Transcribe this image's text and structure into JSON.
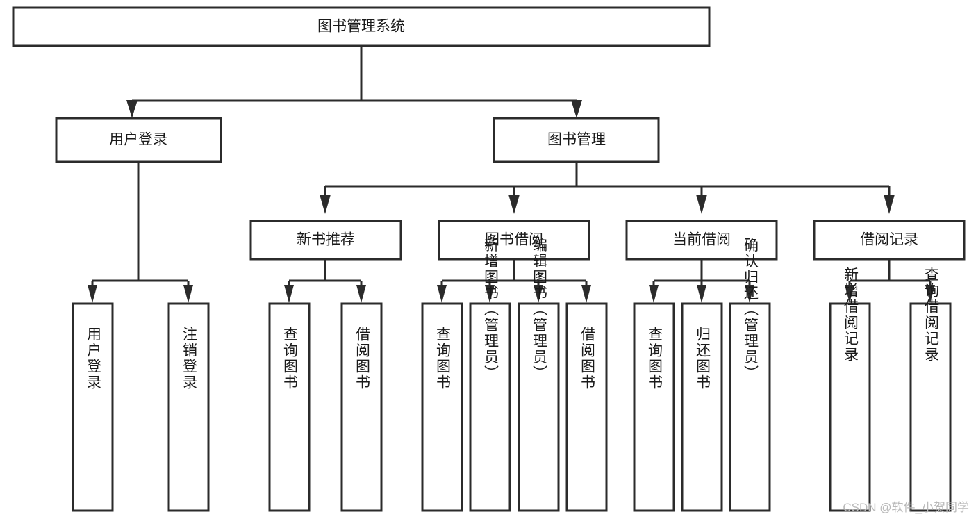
{
  "diagram": {
    "type": "tree",
    "title": "图书管理系统",
    "watermark": "CSDN @软件_小贺同学",
    "colors": {
      "box_stroke": "#2b2b2b",
      "box_fill": "#ffffff",
      "text": "#1a1a1a",
      "background": "#ffffff",
      "watermark": "#b9b9b9"
    },
    "root": {
      "label": "图书管理系统",
      "orientation": "horizontal"
    },
    "level2": [
      {
        "label": "用户登录",
        "orientation": "horizontal"
      },
      {
        "label": "图书管理",
        "orientation": "horizontal"
      }
    ],
    "level3": [
      {
        "label": "新书推荐",
        "orientation": "horizontal"
      },
      {
        "label": "图书借阅",
        "orientation": "horizontal"
      },
      {
        "label": "当前借阅",
        "orientation": "horizontal"
      },
      {
        "label": "借阅记录",
        "orientation": "horizontal"
      }
    ],
    "leaves": {
      "user_login": [
        {
          "label": "用户登录",
          "orientation": "vertical"
        },
        {
          "label": "注销登录",
          "orientation": "vertical"
        }
      ],
      "new_book_recommend": [
        {
          "label": "查询图书",
          "orientation": "vertical"
        },
        {
          "label": "借阅图书",
          "orientation": "vertical"
        }
      ],
      "book_borrow": [
        {
          "label": "查询图书",
          "orientation": "vertical"
        },
        {
          "label": "新增图书（管理员）",
          "orientation": "vertical"
        },
        {
          "label": "编辑图书（管理员）",
          "orientation": "vertical"
        },
        {
          "label": "借阅图书",
          "orientation": "vertical"
        }
      ],
      "current_borrow": [
        {
          "label": "查询图书",
          "orientation": "vertical"
        },
        {
          "label": "归还图书",
          "orientation": "vertical"
        },
        {
          "label": "确认归还（管理员）",
          "orientation": "vertical"
        }
      ],
      "borrow_record": [
        {
          "label": "新增借阅记录",
          "orientation": "vertical"
        },
        {
          "label": "查询借阅记录",
          "orientation": "vertical"
        }
      ]
    }
  }
}
